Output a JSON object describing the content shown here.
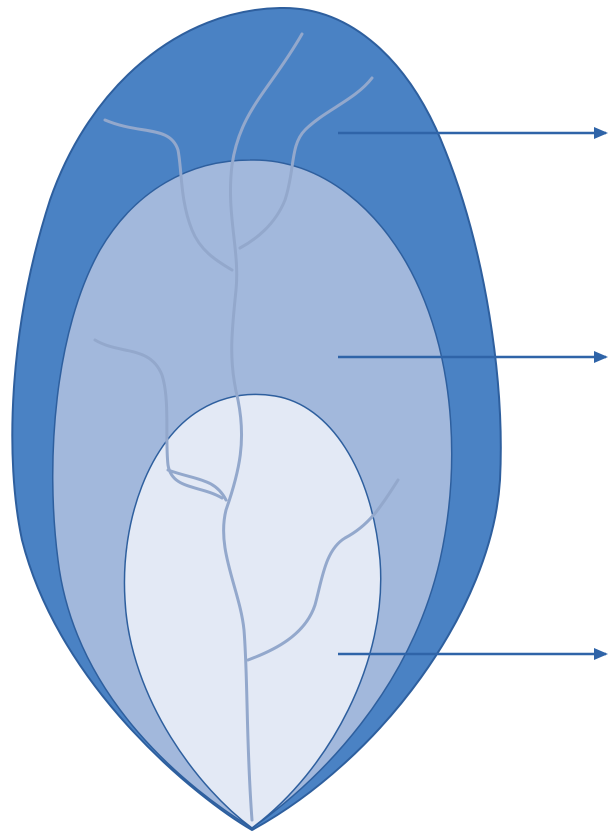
{
  "colors": {
    "background": "#ffffff",
    "outer_layer": "#4a82c4",
    "middle_layer": "#a2b8dc",
    "inner_layer": "#e3e9f5",
    "outline": "#2e5f9e",
    "veins": "#93a8cc",
    "arrow": "#2f64a8"
  },
  "layers": [
    {
      "name": "outer"
    },
    {
      "name": "middle"
    },
    {
      "name": "inner"
    }
  ]
}
